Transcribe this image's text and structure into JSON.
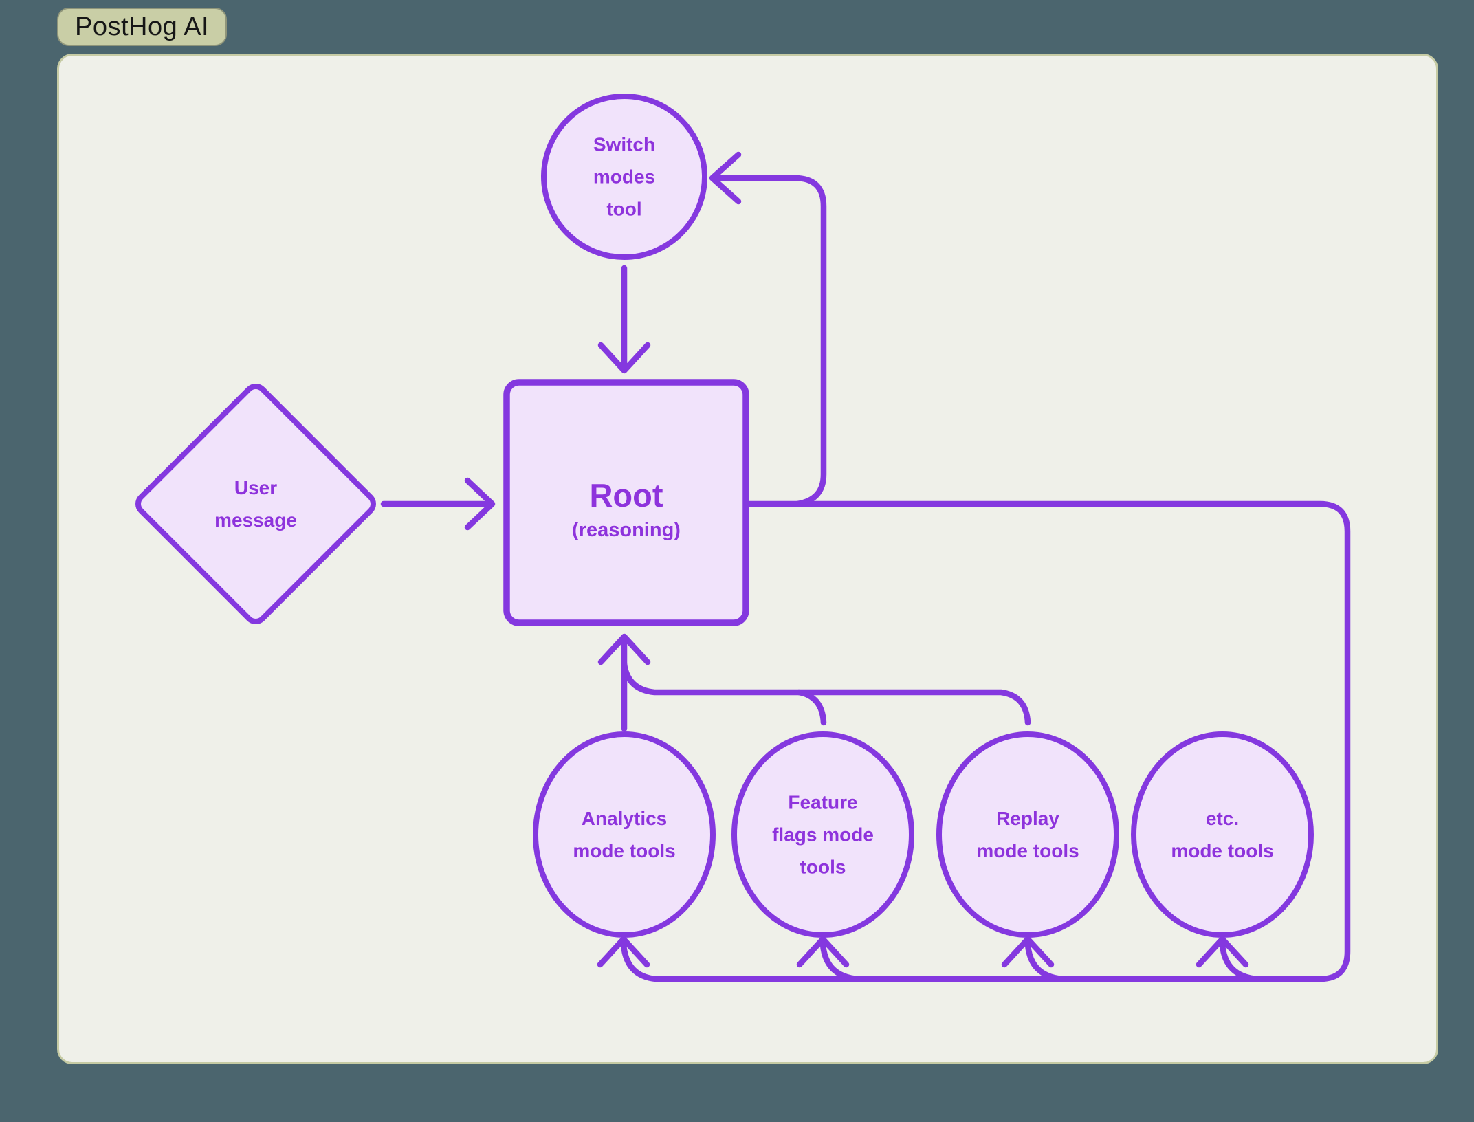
{
  "badge": {
    "label": "PostHog AI"
  },
  "colors": {
    "page_background": "#4b656e",
    "panel_background": "#eff0e9",
    "panel_border": "#c6cba4",
    "badge_background": "#c9cea6",
    "accent_purple_stroke": "#8438df",
    "node_fill": "#f1e3fb",
    "node_text": "#8e33dc"
  },
  "nodes": {
    "switch_modes_tool": {
      "lines": [
        "Switch",
        "modes",
        "tool"
      ]
    },
    "user_message": {
      "lines": [
        "User",
        "message"
      ]
    },
    "root": {
      "title": "Root",
      "subtitle": "(reasoning)"
    },
    "analytics": {
      "lines": [
        "Analytics",
        "mode tools"
      ]
    },
    "feature_flags": {
      "lines": [
        "Feature",
        "flags mode",
        "tools"
      ]
    },
    "replay": {
      "lines": [
        "Replay",
        "mode tools"
      ]
    },
    "etc": {
      "lines": [
        "etc.",
        "mode tools"
      ]
    }
  },
  "edges": [
    {
      "from": "switch_modes_tool",
      "to": "root"
    },
    {
      "from": "user_message",
      "to": "root"
    },
    {
      "from": "root",
      "to": "switch_modes_tool"
    },
    {
      "from": "root",
      "to": "analytics"
    },
    {
      "from": "root",
      "to": "feature_flags"
    },
    {
      "from": "root",
      "to": "replay"
    },
    {
      "from": "root",
      "to": "etc"
    },
    {
      "from": "analytics",
      "to": "root"
    },
    {
      "from": "feature_flags",
      "to": "root"
    },
    {
      "from": "replay",
      "to": "root"
    }
  ]
}
